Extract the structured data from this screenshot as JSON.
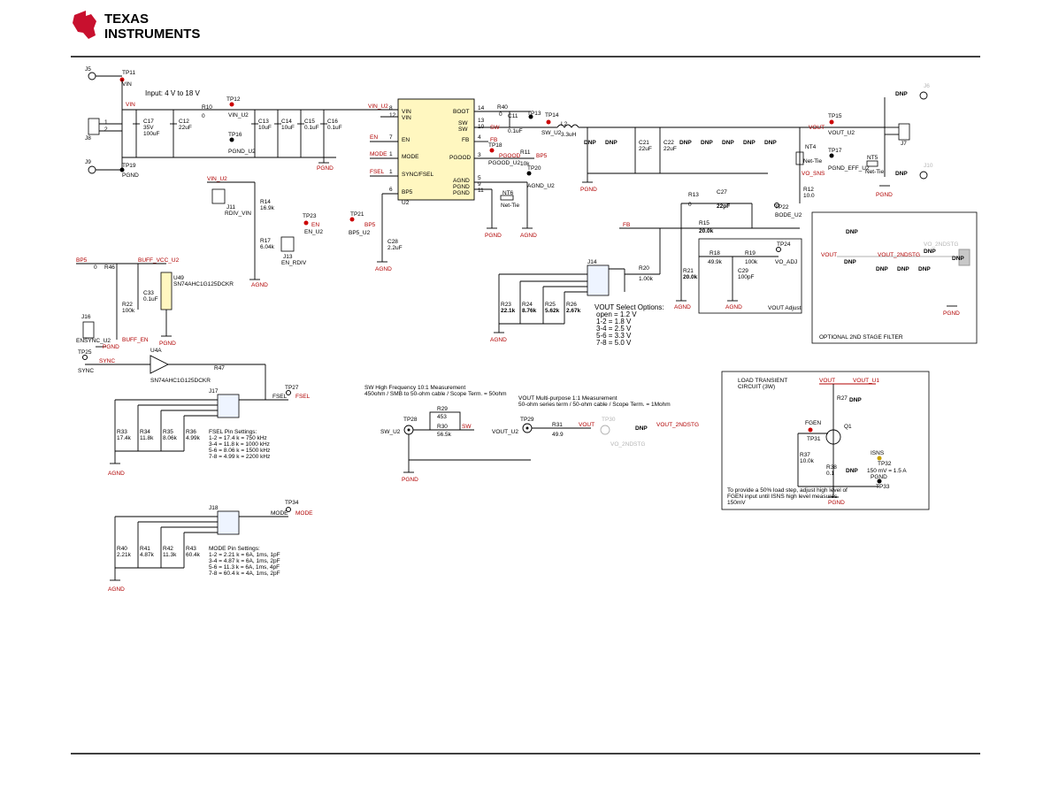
{
  "logo": {
    "line1": "TEXAS",
    "line2": "INSTRUMENTS",
    "color": "#c8102e"
  },
  "input_range": "Input: 4 V to 18 V",
  "ic": {
    "ref": "U2",
    "pins_left": [
      {
        "num": "8",
        "name": "VIN"
      },
      {
        "num": "12",
        "name": "VIN"
      },
      {
        "num": "7",
        "name": "EN"
      },
      {
        "num": "1",
        "name": "MODE"
      },
      {
        "num": "1",
        "name": "SYNC/FSEL"
      },
      {
        "num": "6",
        "name": "BP5"
      }
    ],
    "pins_right": [
      {
        "num": "14",
        "name": "BOOT"
      },
      {
        "num": "13",
        "name": "SW"
      },
      {
        "num": "10",
        "name": "SW"
      },
      {
        "num": "4",
        "name": "FB"
      },
      {
        "num": "3",
        "name": "PGOOD"
      },
      {
        "num": "5",
        "name": "AGND"
      },
      {
        "num": "9",
        "name": "PGND"
      },
      {
        "num": "11",
        "name": "PGND"
      }
    ]
  },
  "nets": {
    "vin": "VIN",
    "vin_u2": "VIN_U2",
    "en": "EN",
    "mode": "MODE",
    "fsel": "FSEL",
    "sw": "SW",
    "fb": "FB",
    "pgood": "PGOOD",
    "bp5": "BP5",
    "vout": "VOUT",
    "vo_sns": "VO_SNS",
    "buff_vcc": "BUFF_VCC_U2",
    "buff_en": "BUFF_EN",
    "sync": "SYNC",
    "vout_2ndstg": "VOUT_2NDSTG",
    "vo_2ndstg": "VO_2NDSTG",
    "vout_u1": "VOUT_U1"
  },
  "grounds": {
    "pgnd": "PGND",
    "agnd": "AGND"
  },
  "testpoints": {
    "tp11": "TP11",
    "tp12": "TP12",
    "tp16": "TP16",
    "tp19": "TP19",
    "tp13": "TP13",
    "tp14": "TP14",
    "tp18": "TP18",
    "tp20": "TP20",
    "tp21": "TP21",
    "tp23": "TP23",
    "tp15": "TP15",
    "tp17": "TP17",
    "tp22": "TP22",
    "tp24": "TP24",
    "tp25": "TP25",
    "tp27": "TP27",
    "tp28": "TP28",
    "tp29": "TP29",
    "tp30": "TP30",
    "tp31": "TP31",
    "tp32": "TP32",
    "tp33": "TP33",
    "tp34": "TP34"
  },
  "tp_labels": {
    "vin": "VIN",
    "vin_u2": "VIN_U2",
    "pgnd_u2": "PGND_U2",
    "pgnd": "PGND",
    "sw_u2": "SW_U2",
    "pgood_u2": "PGOOD_U2",
    "agnd_u2": "AGND_U2",
    "bp5_u2": "BP5_U2",
    "en_u2": "EN_U2",
    "vout_u2": "VOUT_U2",
    "pgnd_eff_u2": "PGND_EFF_U2",
    "bode_u2": "BODE_U2",
    "vo_adj": "VO_ADJ",
    "sync": "SYNC",
    "fsel": "FSEL",
    "mode": "MODE",
    "vo_2ndstg": "VO_2NDSTG",
    "fgen": "FGEN",
    "isns": "ISNS"
  },
  "parts": {
    "r10": "R10",
    "r10v": "0",
    "c17": "C17",
    "c17v1": "35V",
    "c17v2": "100uF",
    "c12": "C12",
    "c12v": "22uF",
    "c13": "C13",
    "c13v": "10uF",
    "c14": "C14",
    "c14v": "10uF",
    "c15": "C15",
    "c15v": "0.1uF",
    "c16": "C16",
    "c16v": "0.1uF",
    "r40top": "R40",
    "r40topv": "0",
    "c11": "C11",
    "c11v": "0.1uF",
    "l2": "L2",
    "l2v": "3.3uH",
    "r11": "R11",
    "r11v": "10k",
    "nt6": "NT6",
    "nt6v": "Net-Tie",
    "c28": "C28",
    "c28v": "2.2uF",
    "r14": "R14",
    "r14v": "16.9k",
    "r17": "R17",
    "r17v": "6.04k",
    "j11": "J11",
    "j11v": "RDIV_VIN",
    "j13": "J13",
    "j13v": "EN_RDIV",
    "j8": "J8",
    "j5": "J5",
    "j9": "J9",
    "j6": "J6",
    "j7": "J7",
    "j10": "J10",
    "c21": "C21",
    "c21v": "22uF",
    "c22": "C22",
    "c22v": "22uF",
    "dnp": "DNP",
    "nt4": "NT4",
    "nt4v": "Net-Tie",
    "nt5": "NT5",
    "nt5v": "Net-Tie",
    "r12": "R12",
    "r12v": "10.0",
    "r13": "R13",
    "r13v": "0",
    "c27": "C27",
    "c27v": "22pF",
    "r15": "R15",
    "r15v": "20.0k",
    "r21": "R21",
    "r21v": "20.0k",
    "r18": "R18",
    "r18v": "49.9k",
    "r19": "R19",
    "r19v": "100k",
    "c29": "C29",
    "c29v": "100pF",
    "r20": "R20",
    "r20v": "1.00k",
    "r23": "R23",
    "r23v": "22.1k",
    "r24": "R24",
    "r24v": "8.76k",
    "r25": "R25",
    "r25v": "5.62k",
    "r26": "R26",
    "r26v": "2.67k",
    "j14": "J14",
    "r46": "R46",
    "r46v": "0",
    "u49": "U49",
    "u49v": "SN74AHC1G125DCKR",
    "c33": "C33",
    "c33v": "0.1uF",
    "r22": "R22",
    "r22v": "100k",
    "j16": "J16",
    "j16v": "ENSYNC_U2",
    "u4a": "U4A",
    "u4av": "SN74AHC1G125DCKR",
    "r47": "R47",
    "j17": "J17",
    "r33": "R33",
    "r33v": "17.4k",
    "r34": "R34",
    "r34v": "11.8k",
    "r35": "R35",
    "r35v": "8.06k",
    "r36": "R36",
    "r36v": "4.99k",
    "j18": "J18",
    "r40": "R40",
    "r40v": "2.21k",
    "r41": "R41",
    "r41v": "4.87k",
    "r42": "R42",
    "r42v": "11.3k",
    "r43": "R43",
    "r43v": "60.4k",
    "r29": "R29",
    "r29v": "453",
    "r30": "R30",
    "r30v": "56.5k",
    "r31": "R31",
    "r31v": "49.9",
    "r27": "R27",
    "r37": "R37",
    "r37v": "10.0k",
    "r38": "R38",
    "r38v": "0.1",
    "q1": "Q1"
  },
  "vout_select": {
    "title": "VOUT Select Options:",
    "lines": [
      "open = 1.2 V",
      "1-2 = 1.8 V",
      "3-4 = 2.5 V",
      "5-6 = 3.3 V",
      "7-8 = 5.0 V"
    ]
  },
  "vout_adjust": "VOUT Adjust",
  "filter_title": "OPTIONAL 2ND STAGE FILTER",
  "fsel_settings": {
    "title": "FSEL Pin Settings:",
    "lines": [
      "1-2 = 17.4 k = 750 kHz",
      "3-4 = 11.8 k = 1000 kHz",
      "5-6 = 8.06 k = 1500 kHz",
      "7-8 = 4.99 k = 2200 kHz"
    ]
  },
  "mode_settings": {
    "title": "MODE Pin Settings:",
    "lines": [
      "1-2 = 2.21 k = 6A, 1ms, 1pF",
      "3-4 = 4.87 k = 6A, 1ms, 2pF",
      "5-6 = 11.3 k = 6A, 1ms, 4pF",
      "7-8 = 60.4 k = 4A, 1ms, 2pF"
    ]
  },
  "sw_meas": {
    "title": "SW High Frequency 10:1 Measurement",
    "sub": "450ohm / SMB to 50-ohm cable / Scope Term. = 50ohm"
  },
  "vout_meas": {
    "title": "VOUT Multi-purpose 1:1 Measurement",
    "sub": "50-ohm series term / 50-ohm cable / Scope Term. = 1Mohm"
  },
  "load": {
    "title1": "LOAD TRANSIENT",
    "title2": "CIRCUIT (3W)",
    "isns_note": "150 mV = 1.5 A",
    "note1": "To provide a 50% load step, adjust high level of",
    "note2": "FGEN input until ISNS high level measures",
    "note3": "150mV"
  }
}
